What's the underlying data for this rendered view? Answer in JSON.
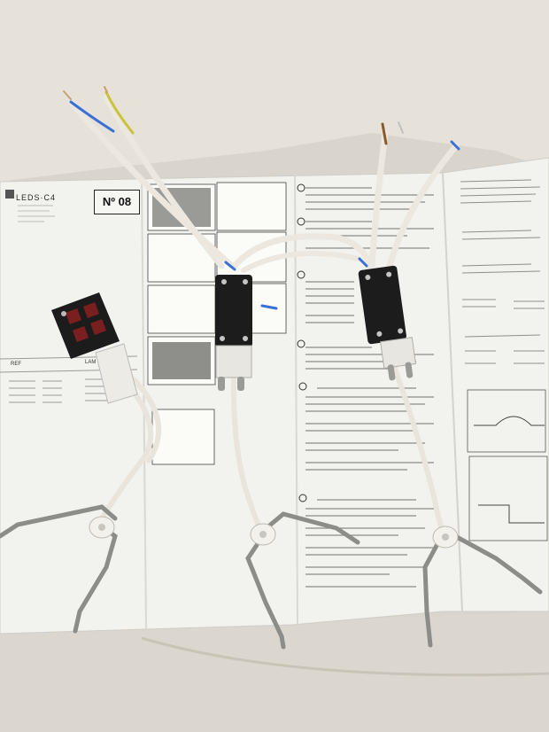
{
  "photo": {
    "instruction_sheet": {
      "brand": "LEDS·C4",
      "number": "Nº 08",
      "table_labels": [
        "REF",
        "LAM"
      ]
    },
    "colors": {
      "floor": "#d9d5cc",
      "paper": "#f2f2ee",
      "connector_body": "#1c1c1c",
      "wire_insulation": "#eeeae2",
      "wire_blue": "#3a6fd8",
      "wire_brown": "#8a5a2b",
      "wire_yellow_green": "#c9c23a",
      "spring_clip": "#8c8c88"
    }
  }
}
